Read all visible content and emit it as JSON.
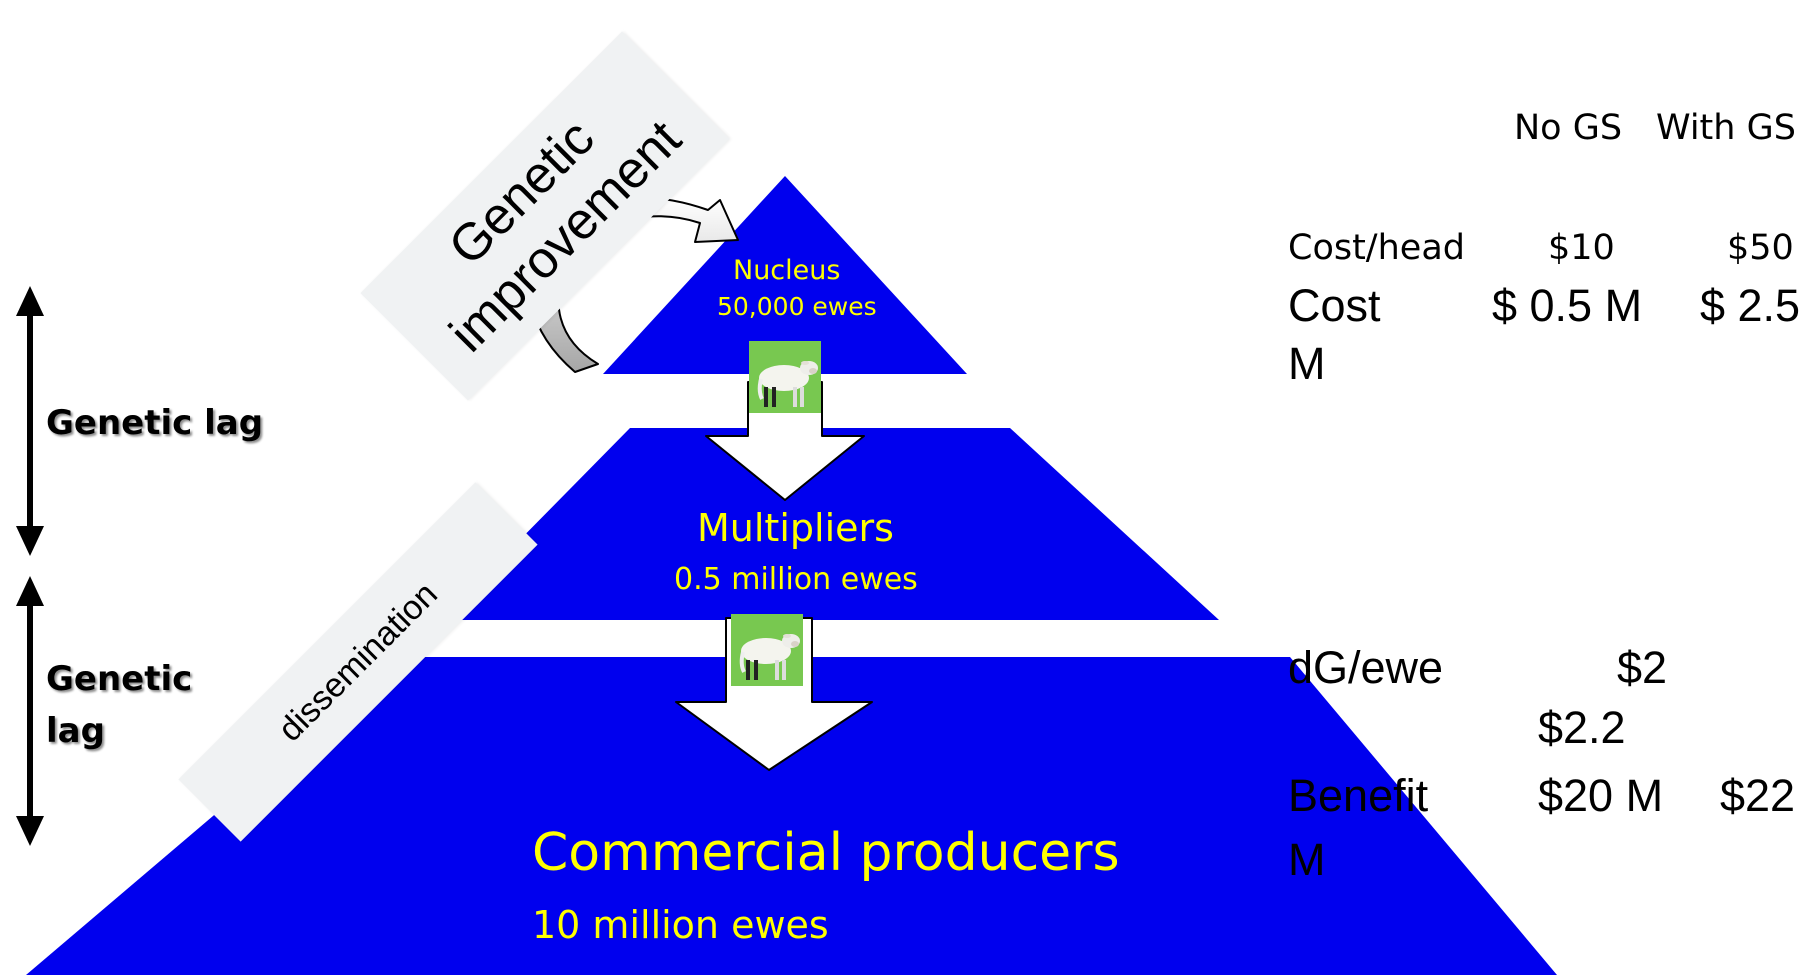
{
  "pyramid": {
    "nucleus": {
      "name": "Nucleus",
      "size": "50,000 ewes"
    },
    "multipliers": {
      "name": "Multipliers",
      "size": "0.5 million ewes"
    },
    "commercial": {
      "name": "Commercial producers",
      "size": "10 million ewes"
    }
  },
  "banners": {
    "genetic_improvement_1": "Genetic",
    "genetic_improvement_2": "improvement",
    "dissemination": "dissemination"
  },
  "lags": {
    "upper": "Genetic lag",
    "lower_1": "Genetic",
    "lower_2": "lag"
  },
  "economics": {
    "header_no_gs": "No GS",
    "header_with_gs": "With GS",
    "cost_head_label": "Cost/head",
    "cost_head_no": "$10",
    "cost_head_with": "$50",
    "cost_label": "Cost",
    "cost_no": "$ 0.5 M",
    "cost_with": "$ 2.5",
    "cost_wrap": "M",
    "dg_label": "dG/ewe",
    "dg_no": "$2",
    "dg_with": "$2.2",
    "benefit_label": "Benefit",
    "benefit_no": "$20 M",
    "benefit_with": "$22",
    "benefit_wrap": "M"
  },
  "colors": {
    "pyramid_blue": "#0000ee",
    "label_yellow": "#ffff00",
    "banner_gray": "#f0f2f3",
    "sheep_green": "#78c850"
  },
  "icons": [
    "sheep-icon",
    "down-arrow-icon",
    "curved-arrow-icon",
    "double-arrow-icon"
  ]
}
